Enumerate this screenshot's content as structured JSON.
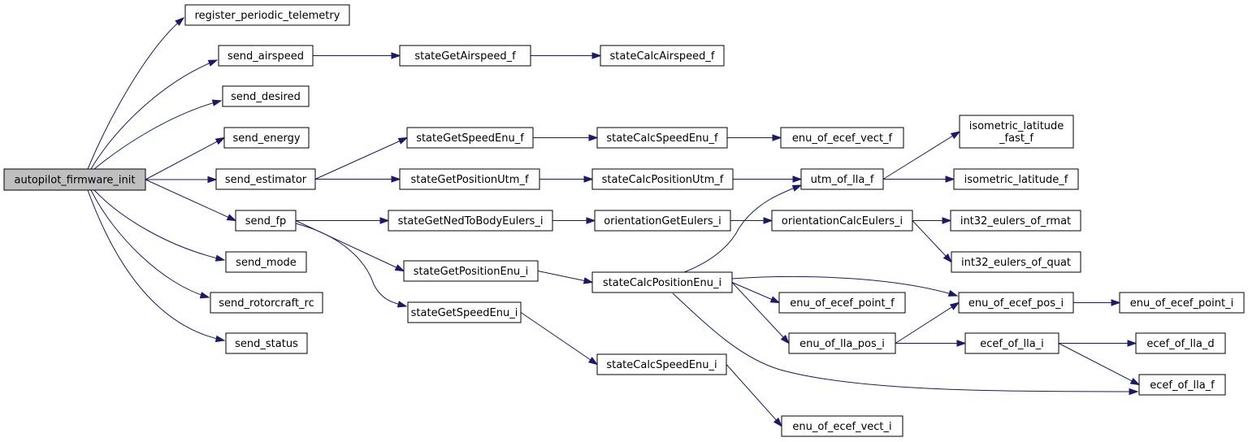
{
  "colors": {
    "edge": "#191970",
    "root_fill": "#bfbfbf",
    "node_fill": "#ffffff",
    "node_border": "#000000"
  },
  "nodes": [
    {
      "id": "autopilot_firmware_init",
      "lines": [
        "autopilot_firmware_init"
      ],
      "root": true
    },
    {
      "id": "register_periodic_telemetry",
      "lines": [
        "register_periodic_telemetry"
      ]
    },
    {
      "id": "send_airspeed",
      "lines": [
        "send_airspeed"
      ]
    },
    {
      "id": "send_desired",
      "lines": [
        "send_desired"
      ]
    },
    {
      "id": "send_energy",
      "lines": [
        "send_energy"
      ]
    },
    {
      "id": "send_estimator",
      "lines": [
        "send_estimator"
      ]
    },
    {
      "id": "send_fp",
      "lines": [
        "send_fp"
      ]
    },
    {
      "id": "send_mode",
      "lines": [
        "send_mode"
      ]
    },
    {
      "id": "send_rotorcraft_rc",
      "lines": [
        "send_rotorcraft_rc"
      ]
    },
    {
      "id": "send_status",
      "lines": [
        "send_status"
      ]
    },
    {
      "id": "stateGetAirspeed_f",
      "lines": [
        "stateGetAirspeed_f"
      ]
    },
    {
      "id": "stateCalcAirspeed_f",
      "lines": [
        "stateCalcAirspeed_f"
      ]
    },
    {
      "id": "stateGetSpeedEnu_f",
      "lines": [
        "stateGetSpeedEnu_f"
      ]
    },
    {
      "id": "stateCalcSpeedEnu_f",
      "lines": [
        "stateCalcSpeedEnu_f"
      ]
    },
    {
      "id": "enu_of_ecef_vect_f",
      "lines": [
        "enu_of_ecef_vect_f"
      ]
    },
    {
      "id": "stateGetPositionUtm_f",
      "lines": [
        "stateGetPositionUtm_f"
      ]
    },
    {
      "id": "stateCalcPositionUtm_f",
      "lines": [
        "stateCalcPositionUtm_f"
      ]
    },
    {
      "id": "utm_of_lla_f",
      "lines": [
        "utm_of_lla_f"
      ]
    },
    {
      "id": "isometric_latitude_fast_f",
      "lines": [
        "isometric_latitude",
        "_fast_f"
      ]
    },
    {
      "id": "isometric_latitude_f",
      "lines": [
        "isometric_latitude_f"
      ]
    },
    {
      "id": "stateGetNedToBodyEulers_i",
      "lines": [
        "stateGetNedToBodyEulers_i"
      ]
    },
    {
      "id": "orientationGetEulers_i",
      "lines": [
        "orientationGetEulers_i"
      ]
    },
    {
      "id": "orientationCalcEulers_i",
      "lines": [
        "orientationCalcEulers_i"
      ]
    },
    {
      "id": "int32_eulers_of_rmat",
      "lines": [
        "int32_eulers_of_rmat"
      ]
    },
    {
      "id": "int32_eulers_of_quat",
      "lines": [
        "int32_eulers_of_quat"
      ]
    },
    {
      "id": "stateGetPositionEnu_i",
      "lines": [
        "stateGetPositionEnu_i"
      ]
    },
    {
      "id": "stateCalcPositionEnu_i",
      "lines": [
        "stateCalcPositionEnu_i"
      ]
    },
    {
      "id": "enu_of_ecef_point_f",
      "lines": [
        "enu_of_ecef_point_f"
      ]
    },
    {
      "id": "enu_of_ecef_pos_i",
      "lines": [
        "enu_of_ecef_pos_i"
      ]
    },
    {
      "id": "enu_of_ecef_point_i",
      "lines": [
        "enu_of_ecef_point_i"
      ]
    },
    {
      "id": "enu_of_lla_pos_i",
      "lines": [
        "enu_of_lla_pos_i"
      ]
    },
    {
      "id": "ecef_of_lla_i",
      "lines": [
        "ecef_of_lla_i"
      ]
    },
    {
      "id": "ecef_of_lla_d",
      "lines": [
        "ecef_of_lla_d"
      ]
    },
    {
      "id": "ecef_of_lla_f",
      "lines": [
        "ecef_of_lla_f"
      ]
    },
    {
      "id": "stateGetSpeedEnu_i",
      "lines": [
        "stateGetSpeedEnu_i"
      ]
    },
    {
      "id": "stateCalcSpeedEnu_i",
      "lines": [
        "stateCalcSpeedEnu_i"
      ]
    },
    {
      "id": "enu_of_ecef_vect_i",
      "lines": [
        "enu_of_ecef_vect_i"
      ]
    }
  ],
  "edges": [
    [
      "autopilot_firmware_init",
      "register_periodic_telemetry"
    ],
    [
      "autopilot_firmware_init",
      "send_airspeed"
    ],
    [
      "autopilot_firmware_init",
      "send_desired"
    ],
    [
      "autopilot_firmware_init",
      "send_energy"
    ],
    [
      "autopilot_firmware_init",
      "send_estimator"
    ],
    [
      "autopilot_firmware_init",
      "send_fp"
    ],
    [
      "autopilot_firmware_init",
      "send_mode"
    ],
    [
      "autopilot_firmware_init",
      "send_rotorcraft_rc"
    ],
    [
      "autopilot_firmware_init",
      "send_status"
    ],
    [
      "send_airspeed",
      "stateGetAirspeed_f"
    ],
    [
      "stateGetAirspeed_f",
      "stateCalcAirspeed_f"
    ],
    [
      "send_estimator",
      "stateGetSpeedEnu_f"
    ],
    [
      "send_estimator",
      "stateGetPositionUtm_f"
    ],
    [
      "stateGetSpeedEnu_f",
      "stateCalcSpeedEnu_f"
    ],
    [
      "stateCalcSpeedEnu_f",
      "enu_of_ecef_vect_f"
    ],
    [
      "stateGetPositionUtm_f",
      "stateCalcPositionUtm_f"
    ],
    [
      "stateCalcPositionUtm_f",
      "utm_of_lla_f"
    ],
    [
      "utm_of_lla_f",
      "isometric_latitude_fast_f"
    ],
    [
      "utm_of_lla_f",
      "isometric_latitude_f"
    ],
    [
      "send_fp",
      "stateGetNedToBodyEulers_i"
    ],
    [
      "send_fp",
      "stateGetPositionEnu_i"
    ],
    [
      "send_fp",
      "stateGetSpeedEnu_i"
    ],
    [
      "stateGetNedToBodyEulers_i",
      "orientationGetEulers_i"
    ],
    [
      "orientationGetEulers_i",
      "orientationCalcEulers_i"
    ],
    [
      "orientationCalcEulers_i",
      "int32_eulers_of_rmat"
    ],
    [
      "orientationCalcEulers_i",
      "int32_eulers_of_quat"
    ],
    [
      "stateGetPositionEnu_i",
      "stateCalcPositionEnu_i"
    ],
    [
      "stateCalcPositionEnu_i",
      "utm_of_lla_f"
    ],
    [
      "stateCalcPositionEnu_i",
      "enu_of_ecef_pos_i"
    ],
    [
      "stateCalcPositionEnu_i",
      "enu_of_ecef_point_f"
    ],
    [
      "stateCalcPositionEnu_i",
      "enu_of_lla_pos_i"
    ],
    [
      "stateCalcPositionEnu_i",
      "ecef_of_lla_f"
    ],
    [
      "enu_of_ecef_pos_i",
      "enu_of_ecef_point_i"
    ],
    [
      "enu_of_lla_pos_i",
      "enu_of_ecef_pos_i"
    ],
    [
      "enu_of_lla_pos_i",
      "ecef_of_lla_i"
    ],
    [
      "ecef_of_lla_i",
      "ecef_of_lla_d"
    ],
    [
      "ecef_of_lla_i",
      "ecef_of_lla_f"
    ],
    [
      "stateGetSpeedEnu_i",
      "stateCalcSpeedEnu_i"
    ],
    [
      "stateCalcSpeedEnu_i",
      "enu_of_ecef_vect_i"
    ]
  ]
}
